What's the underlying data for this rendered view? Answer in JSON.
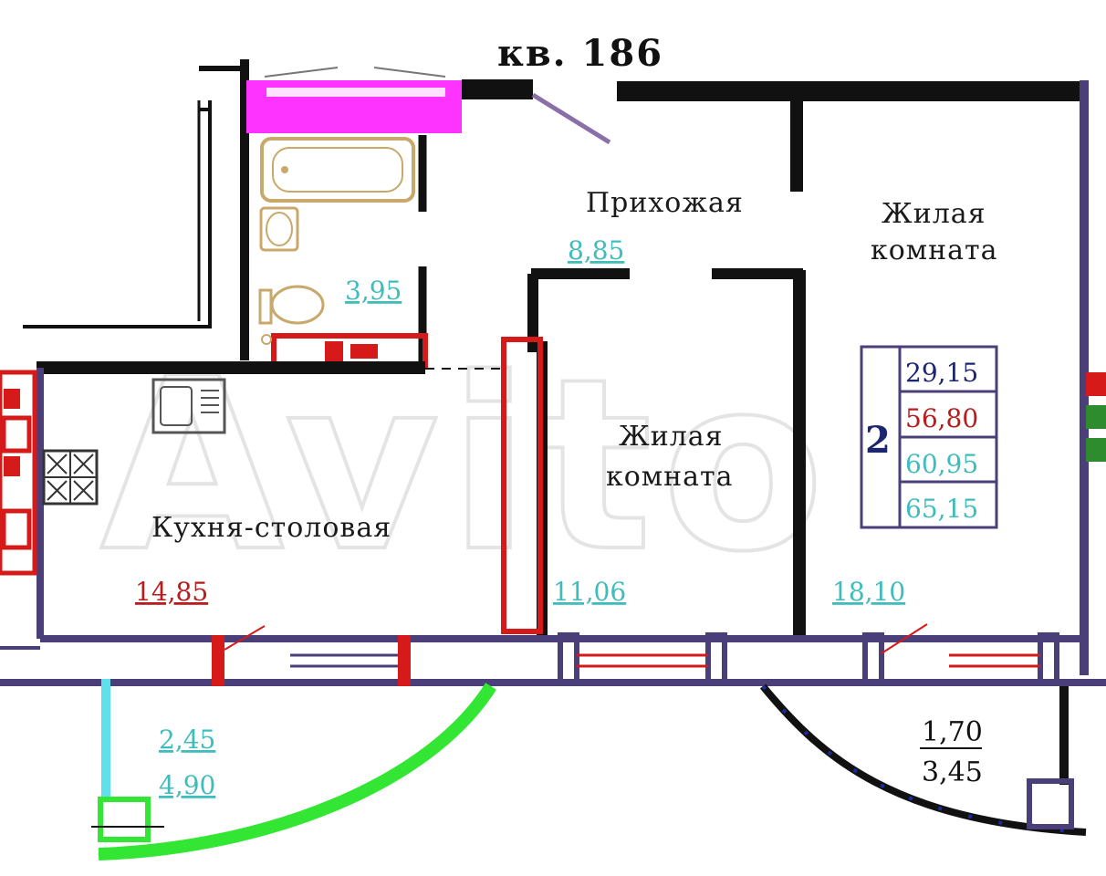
{
  "title": "кв. 186",
  "colors": {
    "wall_dark": "#111111",
    "wall_purple": "#4b3f7a",
    "wall_red": "#d61a1a",
    "bath_magenta": "#ff33ff",
    "fixture_tan": "#c8a86b",
    "area_cyan": "#3fbcbc",
    "area_red": "#b81c1c",
    "area_navy": "#1c2670",
    "arc_green": "#33e633",
    "arc_blue": "#1d2a9a",
    "balcony_cyan": "#5fe0ea"
  },
  "rooms": {
    "hallway": {
      "name": "Прихожая",
      "area": "8,85"
    },
    "bathroom": {
      "area": "3,95"
    },
    "kitchen": {
      "name": "Кухня-столовая",
      "area": "14,85"
    },
    "living_small": {
      "name_line1": "Жилая",
      "name_line2": "комната",
      "area": "11,06"
    },
    "living_large": {
      "name_line1": "Жилая",
      "name_line2": "комната",
      "area": "18,10"
    },
    "loggia_left": {
      "area1": "2,45",
      "area2": "4,90"
    },
    "loggia_right": {
      "area1": "1,70",
      "area2": "3,45"
    }
  },
  "summary": {
    "rooms_count": "2",
    "values": [
      "29,15",
      "56,80",
      "60,95",
      "65,15"
    ]
  },
  "watermark": "Avito"
}
